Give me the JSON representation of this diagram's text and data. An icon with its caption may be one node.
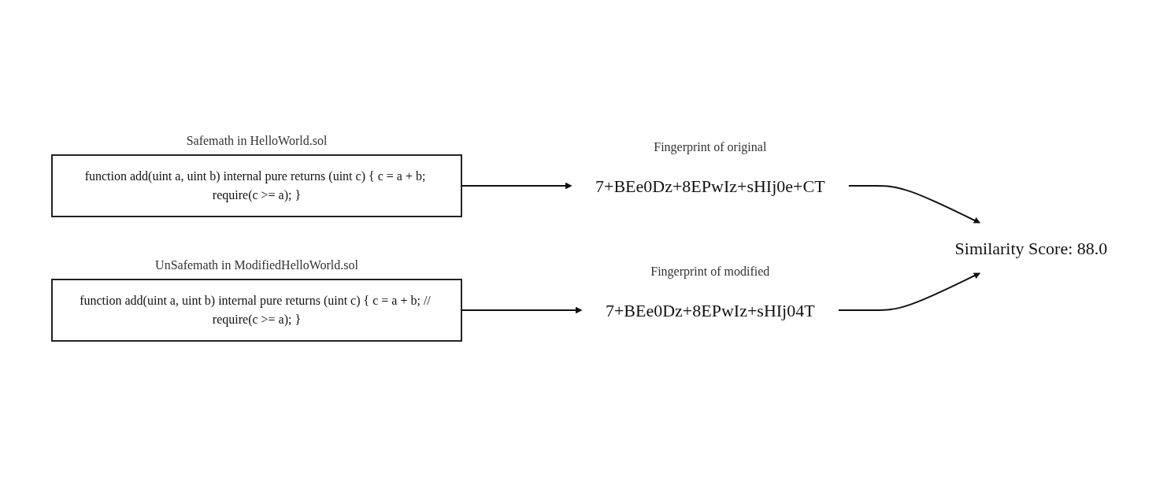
{
  "diagram": {
    "nodes": [
      {
        "text": [
          "function add(uint a, uint b) internal pure returns (uint c) { c = a + b; require(c >= a); }"
        ],
        "beside": [
          "Safemath in HelloWorld.sol"
        ]
      },
      {
        "text": [
          "7+BEe0Dz+8EPwIz+sHIj0e+CT"
        ],
        "beside": [
          "Fingerprint of original"
        ]
      },
      {
        "text": [
          "Similarity Score: 88.0"
        ]
      },
      {
        "text": [
          "function add(uint a, uint b) internal pure returns (uint c) { c = a + b; // require(c >= a); }"
        ],
        "beside": [
          "UnSafemath in ModifiedHelloWorld.sol"
        ]
      },
      {
        "text": [
          "7+BEe0Dz+8EPwIz+sHIj04T"
        ],
        "beside": [
          "Fingerprint of modified"
        ]
      }
    ],
    "edges": [
      {
        "from": 0,
        "to": 1,
        "arrow": "to"
      },
      {
        "from": 1,
        "to": 2,
        "arrow": "to"
      },
      {
        "from": 3,
        "to": 4,
        "arrow": "to"
      },
      {
        "from": 4,
        "to": 2,
        "arrow": "to"
      }
    ]
  }
}
